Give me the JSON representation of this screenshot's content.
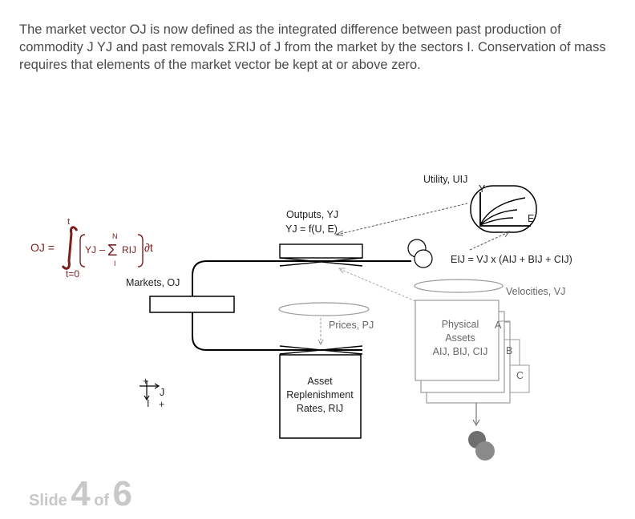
{
  "intro": {
    "text": "The market vector OJ is now defined as the integrated difference between past production of commodity J YJ and past removals ΣRIJ of J from the market by the sectors I. Conservation of mass requires that elements of the market vector be kept at or above zero."
  },
  "equation": {
    "lhs": "OJ =",
    "upper_limit": "t",
    "lower_limit": "t=0",
    "yj": "YJ",
    "minus": "–",
    "sum_upper": "N",
    "sum_lower": "I",
    "rij": "RIJ",
    "dt": "∂t"
  },
  "labels": {
    "markets": "Markets, OJ",
    "outputs_line1": "Outputs, YJ",
    "outputs_line2": "YJ = f(U, E)",
    "utility": "Utility, UIJ",
    "utility_y": "Y",
    "utility_e": "E",
    "eij": "EIJ = VJ x (AIJ + BIJ + CIJ)",
    "velocities": "Velocities, VJ",
    "prices": "Prices, PJ",
    "physical_1": "Physical",
    "physical_2": "Assets",
    "physical_3": "AIJ, BIJ, CIJ",
    "layer_a": "A",
    "layer_b": "B",
    "layer_c": "C",
    "asset_1": "Asset",
    "asset_2": "Replenishment",
    "asset_3": "Rates, RIJ",
    "axis_j": "J",
    "axis_i": "I",
    "axis_plus_top": "+",
    "axis_plus_bottom": "+"
  },
  "footer": {
    "slide_word": "Slide",
    "current": "4",
    "of_word": "of",
    "total": "6"
  }
}
